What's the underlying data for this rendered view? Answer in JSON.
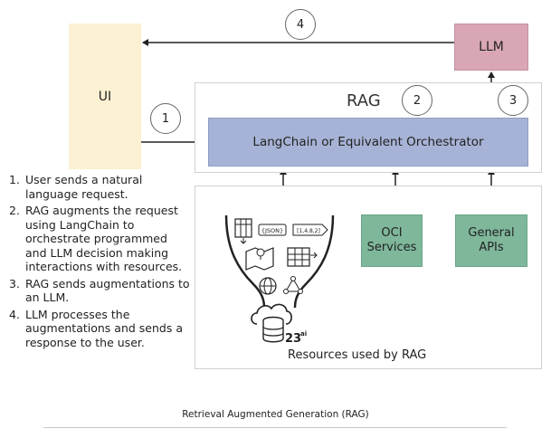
{
  "nodes": {
    "ui": "UI",
    "llm": "LLM",
    "rag_title": "RAG",
    "orchestrator": "LangChain or Equivalent Orchestrator",
    "oci_line1": "OCI",
    "oci_line2": "Services",
    "apis_line1": "General",
    "apis_line2": "APIs",
    "resources_label": "Resources used by RAG"
  },
  "step_markers": [
    "1",
    "2",
    "3",
    "4"
  ],
  "resource_art": {
    "json_tag": "{JSON}",
    "vector_tag": "[1,4,8,2]",
    "db_version": "23",
    "db_suffix": "ai"
  },
  "steps": [
    {
      "num": "1.",
      "text": "User sends a natural language request."
    },
    {
      "num": "2.",
      "text": "RAG augments the request using LangChain to orchestrate programmed and LLM decision making interactions with resources."
    },
    {
      "num": "3.",
      "text": "RAG sends augmentations to an LLM."
    },
    {
      "num": "4.",
      "text": "LLM processes the augmentations and sends a response to the user."
    }
  ],
  "caption": "Retrieval Augmented Generation (RAG)"
}
